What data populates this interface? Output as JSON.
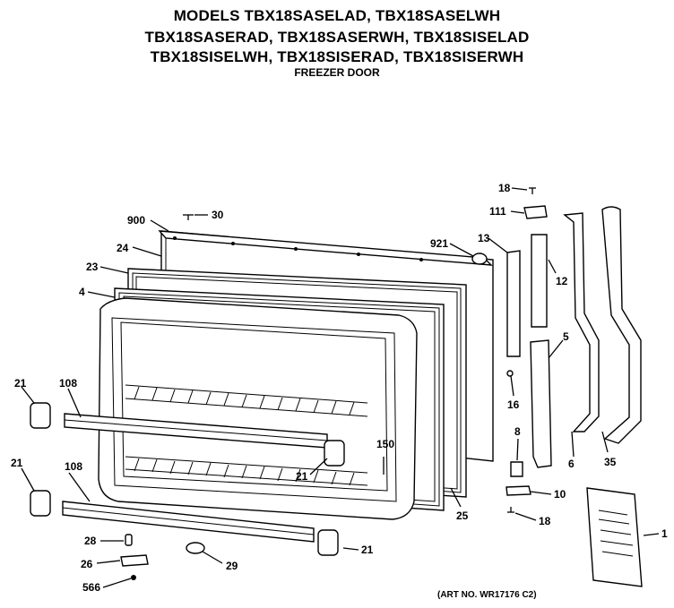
{
  "header": {
    "line1": "MODELS TBX18SASELAD, TBX18SASELWH",
    "line2": "TBX18SASERAD, TBX18SASERWH, TBX18SISELAD",
    "line3": "TBX18SISELWH, TBX18SISERAD, TBX18SISERWH",
    "subtitle": "FREEZER DOOR"
  },
  "callouts": {
    "c900": "900",
    "c30": "30",
    "c24": "24",
    "c23": "23",
    "c4": "4",
    "c921": "921",
    "c13": "13",
    "c12": "12",
    "c18a": "18",
    "c111": "111",
    "c5": "5",
    "c16": "16",
    "c6": "6",
    "c35": "35",
    "c8": "8",
    "c10": "10",
    "c18b": "18",
    "c25": "25",
    "c150": "150",
    "c21a": "21",
    "c21b": "21",
    "c21c": "21",
    "c21d": "21",
    "c108a": "108",
    "c108b": "108",
    "c28": "28",
    "c26": "26",
    "c29": "29",
    "c566": "566",
    "c1": "1"
  },
  "art_no": "(ART NO. WR17176 C2)"
}
